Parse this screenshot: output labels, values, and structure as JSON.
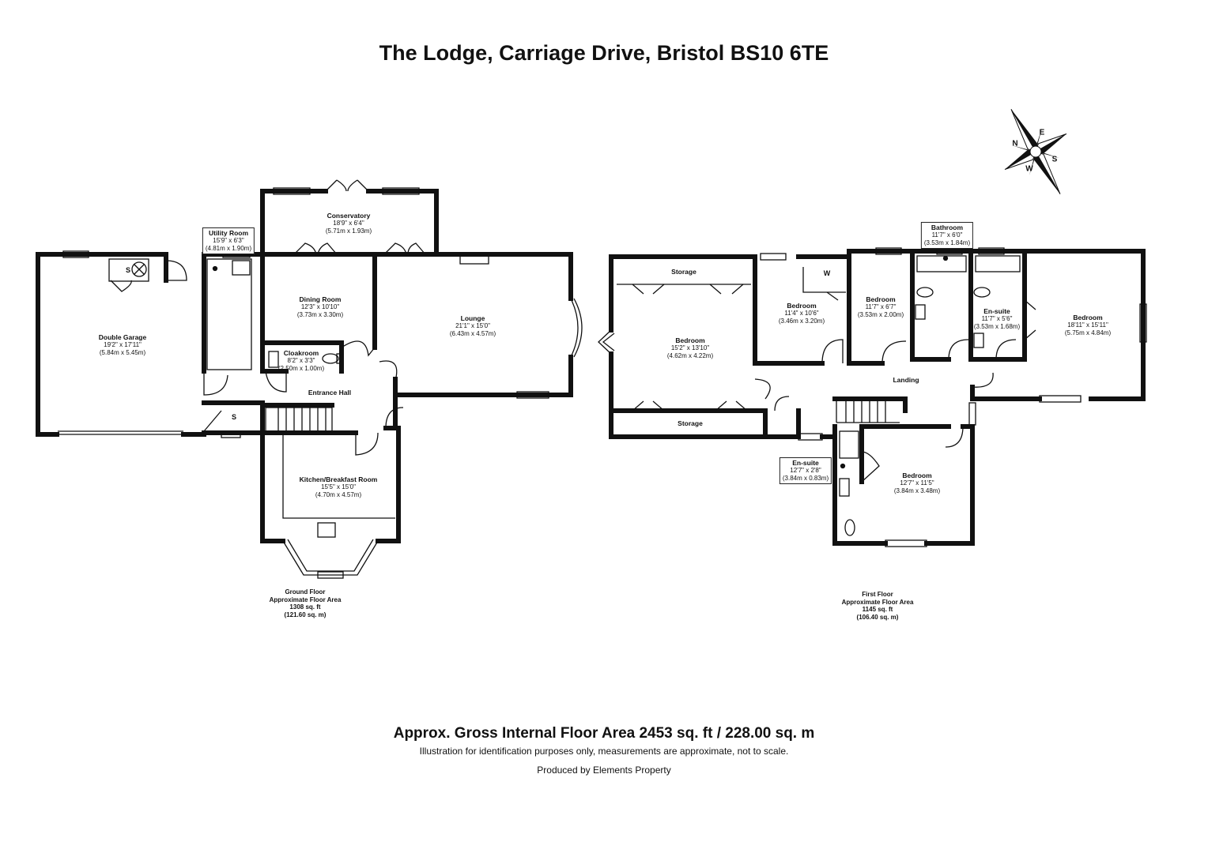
{
  "title": "The Lodge, Carriage Drive, Bristol BS10 6TE",
  "compass": {
    "n": "N",
    "e": "E",
    "s": "S",
    "w": "W"
  },
  "rooms": {
    "utility": {
      "name": "Utility Room",
      "imperial": "15'9\" x 6'3\"",
      "metric": "(4.81m x 1.90m)"
    },
    "conservatory": {
      "name": "Conservatory",
      "imperial": "18'9\" x 6'4\"",
      "metric": "(5.71m x 1.93m)"
    },
    "garage": {
      "name": "Double Garage",
      "imperial": "19'2\" x 17'11\"",
      "metric": "(5.84m x 5.45m)"
    },
    "dining": {
      "name": "Dining Room",
      "imperial": "12'3\" x 10'10\"",
      "metric": "(3.73m x 3.30m)"
    },
    "lounge": {
      "name": "Lounge",
      "imperial": "21'1\" x 15'0\"",
      "metric": "(6.43m x 4.57m)"
    },
    "cloakroom": {
      "name": "Cloakroom",
      "imperial": "8'2\" x 3'3\"",
      "metric": "(2.50m x 1.00m)"
    },
    "entrance": {
      "name": "Entrance Hall"
    },
    "kitchen": {
      "name": "Kitchen/Breakfast Room",
      "imperial": "15'5\" x 15'0\"",
      "metric": "(4.70m x 4.57m)"
    },
    "storage_top": {
      "name": "Storage"
    },
    "storage_bottom": {
      "name": "Storage"
    },
    "bed1": {
      "name": "Bedroom",
      "imperial": "15'2\" x 13'10\"",
      "metric": "(4.62m x 4.22m)"
    },
    "bed2": {
      "name": "Bedroom",
      "imperial": "11'4\" x 10'6\"",
      "metric": "(3.46m x 3.20m)"
    },
    "bed3": {
      "name": "Bedroom",
      "imperial": "11'7\" x 6'7\"",
      "metric": "(3.53m x 2.00m)"
    },
    "bathroom": {
      "name": "Bathroom",
      "imperial": "11'7\" x 6'0\"",
      "metric": "(3.53m x 1.84m)"
    },
    "ensuite1": {
      "name": "En-suite",
      "imperial": "11'7\" x 5'6\"",
      "metric": "(3.53m x 1.68m)"
    },
    "bed4": {
      "name": "Bedroom",
      "imperial": "18'11\" x 15'11\"",
      "metric": "(5.75m x 4.84m)"
    },
    "landing": {
      "name": "Landing"
    },
    "ensuite2": {
      "name": "En-suite",
      "imperial": "12'7\" x 2'8\"",
      "metric": "(3.84m x 0.83m)"
    },
    "bed5": {
      "name": "Bedroom",
      "imperial": "12'7\" x 11'5\"",
      "metric": "(3.84m x 3.48m)"
    }
  },
  "markers": {
    "s1": "S",
    "s2": "S",
    "w": "W"
  },
  "ground_floor": {
    "line1": "Ground Floor",
    "line2": "Approximate Floor Area",
    "line3": "1308 sq. ft",
    "line4": "(121.60 sq. m)"
  },
  "first_floor": {
    "line1": "First Floor",
    "line2": "Approximate Floor Area",
    "line3": "1145 sq. ft",
    "line4": "(106.40 sq. m)"
  },
  "footer": {
    "gross": "Approx. Gross Internal Floor Area 2453 sq. ft / 228.00 sq. m",
    "disclaimer": "Illustration for identification purposes only, measurements are approximate, not to scale.",
    "produced": "Produced by Elements Property"
  }
}
